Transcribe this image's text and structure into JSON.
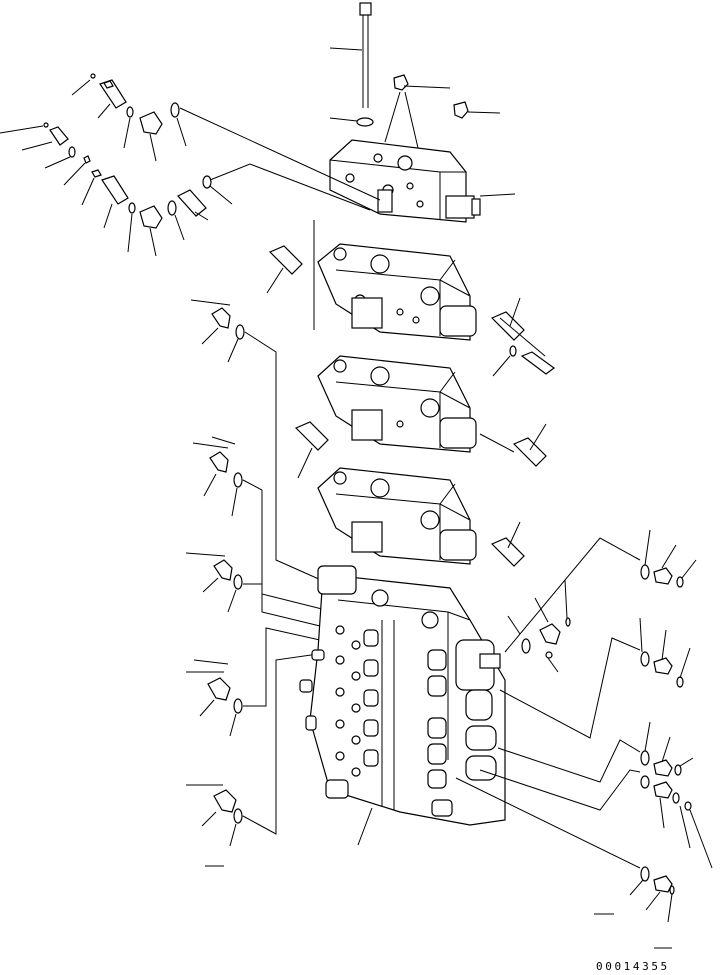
{
  "drawing_number": "00014355",
  "figure": {
    "subject": "hydraulic-control-valve-assembly",
    "sections": [
      "top-cover",
      "valve-section-1",
      "valve-section-2",
      "valve-section-3",
      "main-valve-body"
    ],
    "fittings": [
      "elbow-fitting",
      "straight-fitting",
      "o-ring",
      "plug",
      "relief-cartridge"
    ]
  }
}
